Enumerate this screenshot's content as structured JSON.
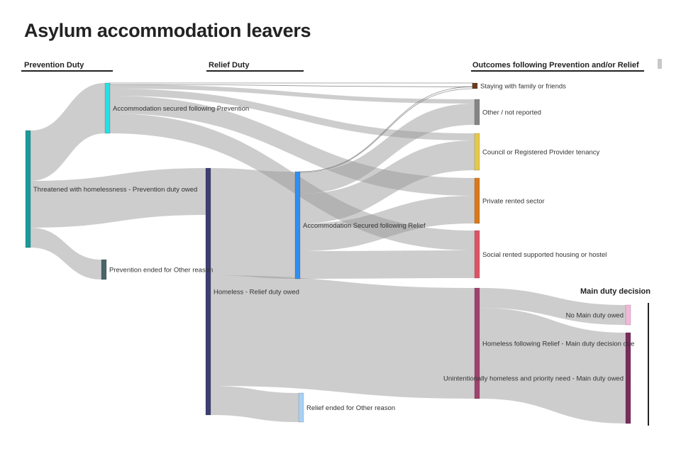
{
  "title": "Asylum accommodation leavers",
  "column_headers": {
    "prevention": "Prevention Duty",
    "relief": "Relief Duty",
    "outcomes": "Outcomes following Prevention and/or Relief",
    "main_duty": "Main duty decision"
  },
  "chart_data": {
    "type": "sankey",
    "title": "Asylum accommodation leavers",
    "nodes": [
      {
        "id": "A",
        "label": "Threatened with homelessness - Prevention duty owed",
        "color": "#1a9a9a"
      },
      {
        "id": "B",
        "label": "Accommodation secured following Prevention",
        "color": "#22e0e6"
      },
      {
        "id": "C",
        "label": "Prevention ended for Other reason",
        "color": "#4a6468"
      },
      {
        "id": "D",
        "label": "Homeless - Relief duty owed",
        "color": "#3d3f73"
      },
      {
        "id": "E",
        "label": "Accommodation Secured following Relief",
        "color": "#2f8ff0"
      },
      {
        "id": "F",
        "label": "Relief ended for Other reason",
        "color": "#a8d0f5"
      },
      {
        "id": "G",
        "label": "Staying with family or friends",
        "color": "#6e3a22"
      },
      {
        "id": "H",
        "label": "Other / not reported",
        "color": "#858585"
      },
      {
        "id": "I",
        "label": "Council or Registered Provider tenancy",
        "color": "#e6c84a"
      },
      {
        "id": "J",
        "label": "Private rented sector",
        "color": "#d97a1a"
      },
      {
        "id": "K",
        "label": "Social rented supported housing or hostel",
        "color": "#dc5565"
      },
      {
        "id": "L",
        "label": "Homeless following Relief - Main duty decision due",
        "color": "#a0426e"
      },
      {
        "id": "M",
        "label": "No Main duty owed",
        "color": "#f2b8d8"
      },
      {
        "id": "N",
        "label": "Unintentionally homeless and priority need - Main duty owed",
        "color": "#7a2c5c"
      }
    ],
    "links": [
      {
        "source": "A",
        "target": "B",
        "value": 71
      },
      {
        "source": "A",
        "target": "D",
        "value": 66
      },
      {
        "source": "A",
        "target": "C",
        "value": 28
      },
      {
        "source": "B",
        "target": "G",
        "value": 2
      },
      {
        "source": "B",
        "target": "H",
        "value": 6
      },
      {
        "source": "B",
        "target": "I",
        "value": 10
      },
      {
        "source": "B",
        "target": "J",
        "value": 25
      },
      {
        "source": "B",
        "target": "K",
        "value": 28
      },
      {
        "source": "D",
        "target": "E",
        "value": 151
      },
      {
        "source": "D",
        "target": "L",
        "value": 156
      },
      {
        "source": "D",
        "target": "F",
        "value": 41
      },
      {
        "source": "E",
        "target": "G",
        "value": 1
      },
      {
        "source": "E",
        "target": "H",
        "value": 30
      },
      {
        "source": "E",
        "target": "I",
        "value": 42
      },
      {
        "source": "E",
        "target": "J",
        "value": 39
      },
      {
        "source": "E",
        "target": "K",
        "value": 39
      },
      {
        "source": "L",
        "target": "M",
        "value": 28
      },
      {
        "source": "L",
        "target": "N",
        "value": 128
      }
    ]
  }
}
